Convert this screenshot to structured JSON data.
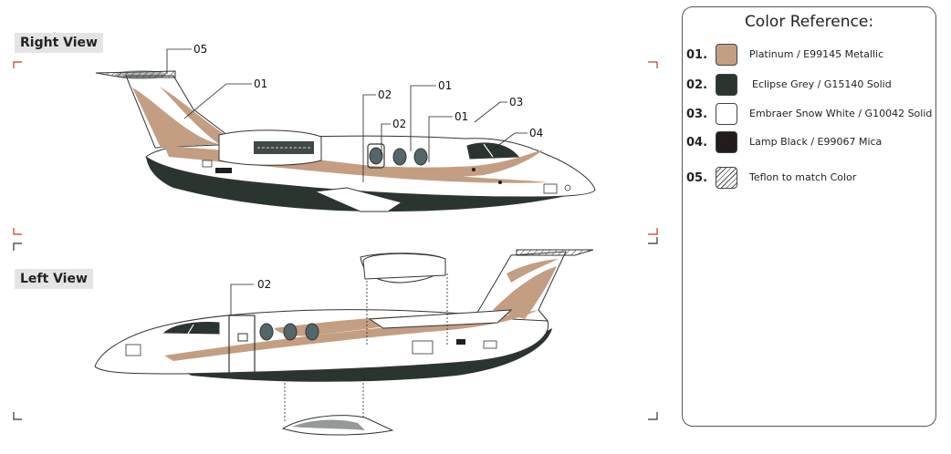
{
  "views": {
    "right_label": "Right View",
    "left_label": "Left View"
  },
  "callouts": {
    "right": [
      "05",
      "01",
      "02",
      "01",
      "02",
      "01",
      "03",
      "04"
    ],
    "left": [
      "02"
    ]
  },
  "color_reference": {
    "title": "Color Reference:",
    "items": [
      {
        "num": "01.",
        "name": "Platinum / E99145 Metallic",
        "color": "#c49e82"
      },
      {
        "num": "02.",
        "name": "Eclipse Grey / G15140 Solid",
        "color": "#2b3530"
      },
      {
        "num": "03.",
        "name": "Embraer Snow White / G10042 Solid",
        "color": "#ffffff"
      },
      {
        "num": "04.",
        "name": "Lamp Black / E99067 Mica",
        "color": "#221c1c"
      },
      {
        "num": "05.",
        "name": "Teflon to match Color",
        "color": "hatched"
      }
    ]
  },
  "corner_mark_color": "#c0392b",
  "livery_colors": {
    "platinum": "#c49e82",
    "grey": "#2b3530",
    "white": "#ffffff",
    "black": "#221c1c"
  }
}
